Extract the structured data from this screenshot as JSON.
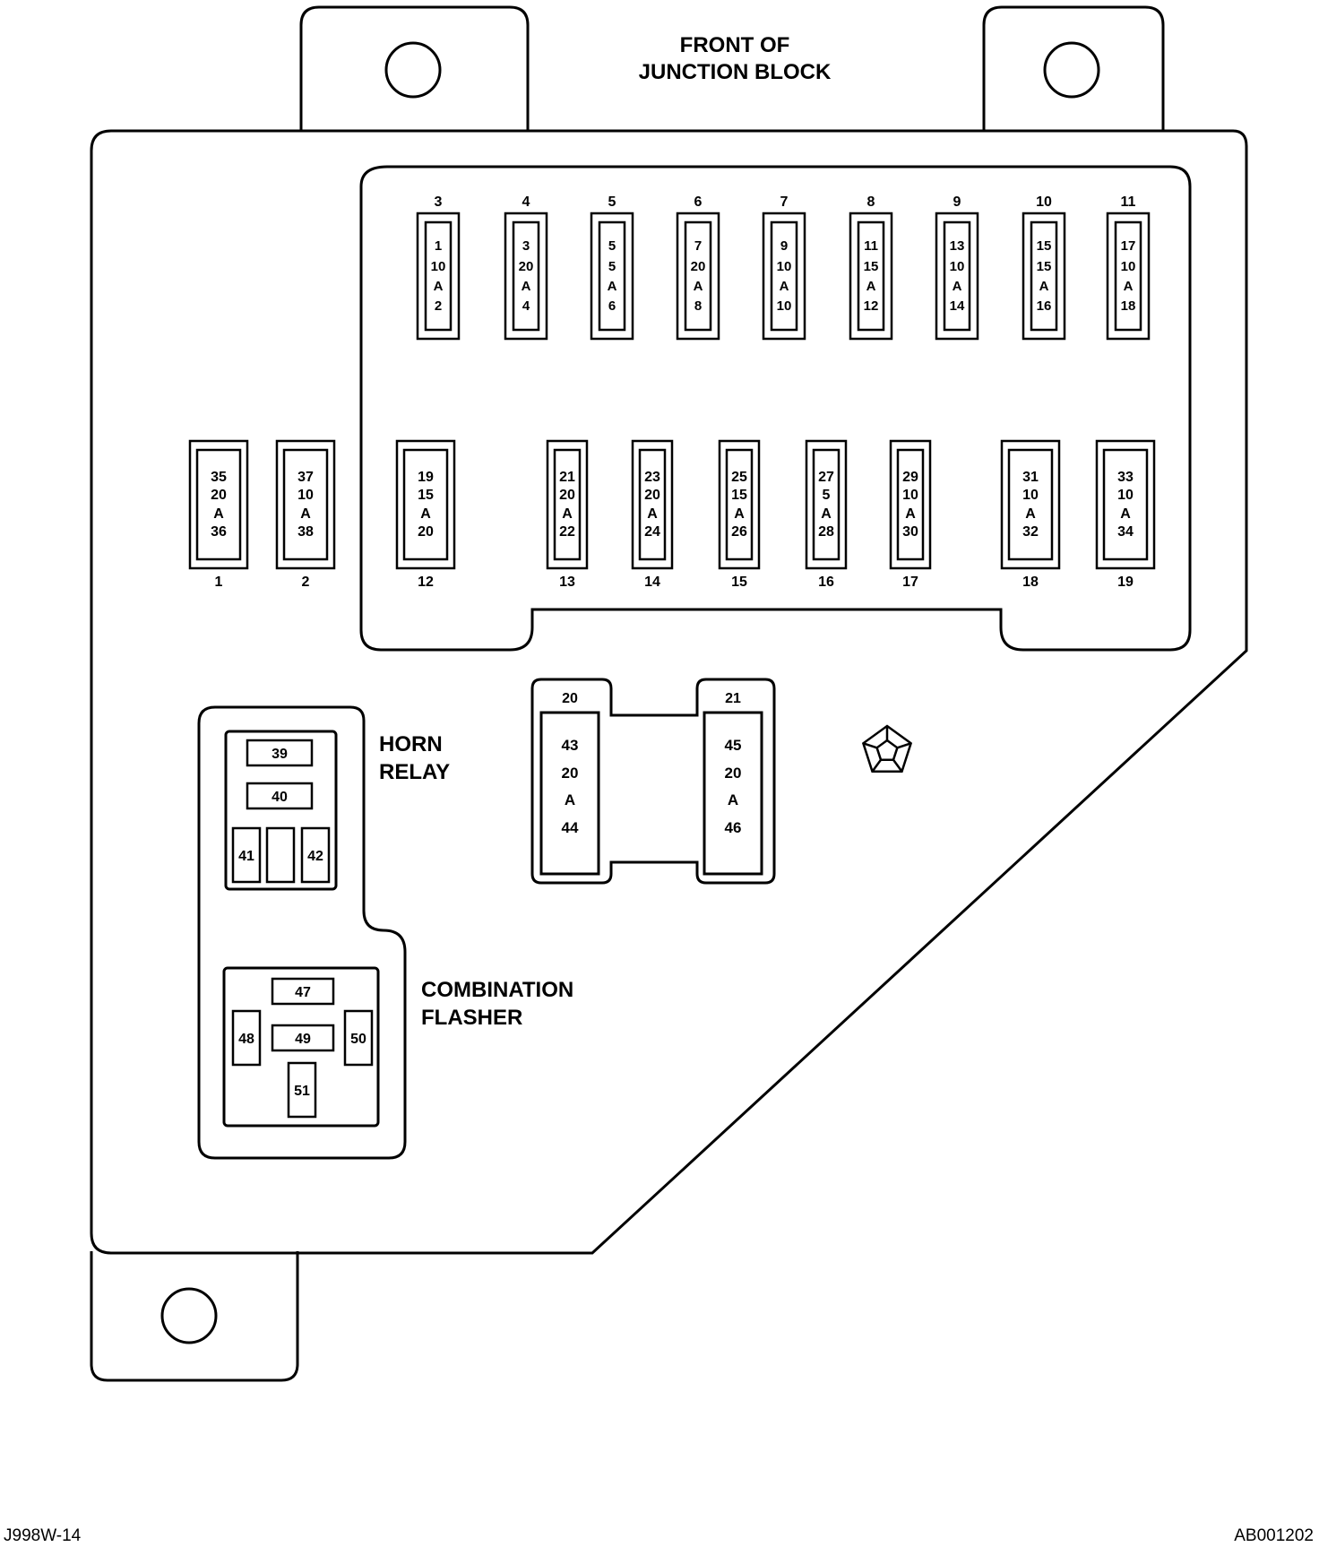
{
  "labels": {
    "front": [
      "FRONT OF",
      "JUNCTION BLOCK"
    ],
    "horn_relay": [
      "HORN",
      "RELAY"
    ],
    "combination_flasher": [
      "COMBINATION",
      "FLASHER"
    ]
  },
  "footer": {
    "left_code": "J998W-14",
    "right_code": "AB001202"
  },
  "colors": {
    "line": "#000000",
    "background": "#ffffff"
  },
  "logo": "pentastar-icon",
  "fuses_top": [
    {
      "num": "3",
      "text": [
        "1",
        "10",
        "A",
        "2"
      ]
    },
    {
      "num": "4",
      "text": [
        "3",
        "20",
        "A",
        "4"
      ]
    },
    {
      "num": "5",
      "text": [
        "5",
        "5",
        "A",
        "6"
      ]
    },
    {
      "num": "6",
      "text": [
        "7",
        "20",
        "A",
        "8"
      ]
    },
    {
      "num": "7",
      "text": [
        "9",
        "10",
        "A",
        "10"
      ]
    },
    {
      "num": "8",
      "text": [
        "11",
        "15",
        "A",
        "12"
      ]
    },
    {
      "num": "9",
      "text": [
        "13",
        "10",
        "A",
        "14"
      ]
    },
    {
      "num": "10",
      "text": [
        "15",
        "15",
        "A",
        "16"
      ]
    },
    {
      "num": "11",
      "text": [
        "17",
        "10",
        "A",
        "18"
      ]
    }
  ],
  "fuses_mid": [
    {
      "num": "1",
      "text": [
        "35",
        "20",
        "A",
        "36"
      ]
    },
    {
      "num": "2",
      "text": [
        "37",
        "10",
        "A",
        "38"
      ]
    },
    {
      "num": "12",
      "text": [
        "19",
        "15",
        "A",
        "20"
      ]
    },
    {
      "num": "13",
      "text": [
        "21",
        "20",
        "A",
        "22"
      ]
    },
    {
      "num": "14",
      "text": [
        "23",
        "20",
        "A",
        "24"
      ]
    },
    {
      "num": "15",
      "text": [
        "25",
        "15",
        "A",
        "26"
      ]
    },
    {
      "num": "16",
      "text": [
        "27",
        "5",
        "A",
        "28"
      ]
    },
    {
      "num": "17",
      "text": [
        "29",
        "10",
        "A",
        "30"
      ]
    },
    {
      "num": "18",
      "text": [
        "31",
        "10",
        "A",
        "32"
      ]
    },
    {
      "num": "19",
      "text": [
        "33",
        "10",
        "A",
        "34"
      ]
    }
  ],
  "maxi_fuses": [
    {
      "num": "20",
      "text": [
        "43",
        "20",
        "A",
        "44"
      ]
    },
    {
      "num": "21",
      "text": [
        "45",
        "20",
        "A",
        "46"
      ]
    }
  ],
  "horn_relay_terminals": [
    "39",
    "40",
    "41",
    "42"
  ],
  "flasher_terminals": [
    "47",
    "48",
    "49",
    "50",
    "51"
  ]
}
